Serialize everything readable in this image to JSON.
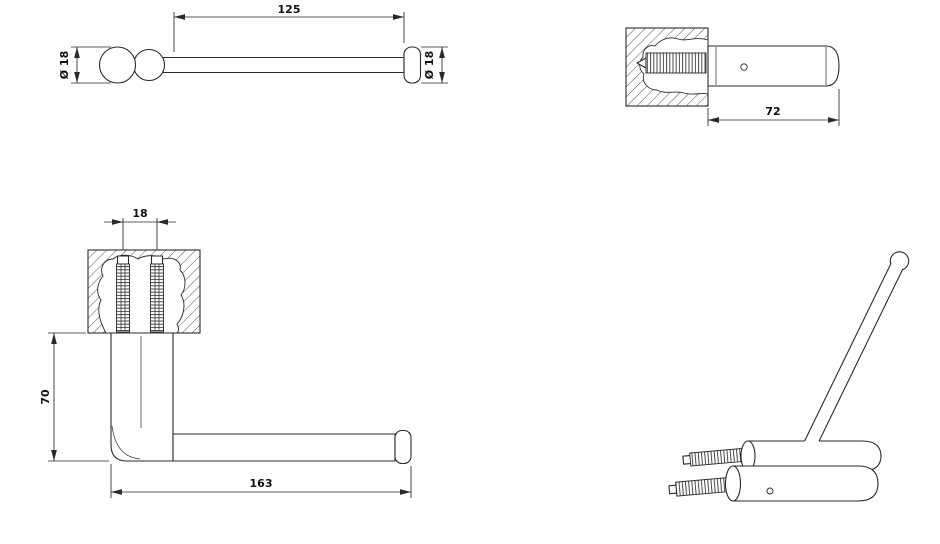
{
  "drawing": {
    "background": "#ffffff",
    "line_color": "#2a2a2a",
    "text_color": "#111111",
    "dimensions": {
      "top_view": {
        "bar_length": "125",
        "dia_left": "Ø 18",
        "dia_right": "Ø 18"
      },
      "side_view": {
        "projection": "72"
      },
      "front_view": {
        "anchor_spacing": "18",
        "drop_height": "70",
        "overall_length": "163"
      }
    }
  }
}
